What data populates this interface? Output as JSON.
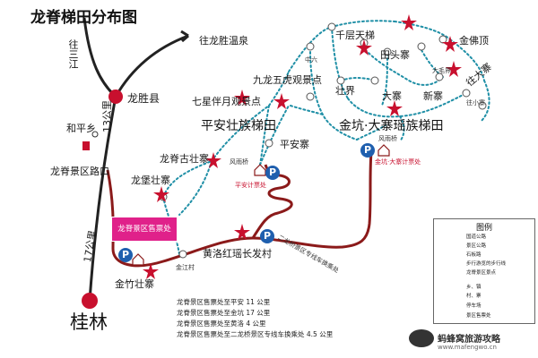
{
  "title": "龙脊梯田分布图",
  "places": {
    "longsheng_wenquan": "往龙胜温泉",
    "wangsanjiang": "往三江",
    "longsheng_county": "龙胜县",
    "hepingxiang": "和平乡",
    "km13": "13公里",
    "jingqu_lukou": "龙脊景区路口",
    "longpu_zhuangzhai": "龙堡壮寨",
    "km17": "17公里",
    "guilin": "桂林",
    "jinzhu_zhuangzhai": "金竹壮寨",
    "jinjiang_cun": "金江村",
    "huangluo": "黄洛红瑶长发村",
    "erlongqiao_station": "二龙桥景区专线车换乘处",
    "longji_guzhuangzhai": "龙脊古壮寨",
    "qixing": "七星伴月观景点",
    "jiulong": "九龙五虎观景点",
    "pingan_titian": "平安壮族梯田",
    "pingan_zhai": "平安寨",
    "fengyu_qiao": "风雨桥",
    "pingan_ticket": "平安计票处",
    "zhongliu": "中六",
    "zhuangjie": "壮界",
    "qiancengtianti": "千层天梯",
    "tiantouzhai": "田头寨",
    "jinfoding": "金佛顶",
    "dahongjie": "大毛界",
    "wangdazhai": "往大寨",
    "wangxiaozhai": "往小寨",
    "dazhai": "大寨",
    "xinzhai": "新寨",
    "jinkeng_titian": "金坑·大寨瑶族梯田",
    "jinkeng_fengyuqiao": "风雨桥",
    "jinkeng_ticket": "金坑·大寨计票处",
    "ticket_office_box": "龙脊景区售票处"
  },
  "distances": [
    "龙脊景区售票处至平安 11 公里",
    "龙脊景区售票处至金坑 17 公里",
    "龙脊景区售票处至黄洛 4 公里",
    "龙脊景区售票处至二龙桥景区专线车换乘处 4.5 公里"
  ],
  "legend": {
    "title": "图例",
    "items": [
      "国道公路",
      "景区公路",
      "石板路",
      "步行游览的步行线",
      "龙脊景区景点",
      "乡、镇",
      "村、寨",
      "停车场",
      "景区售票处"
    ]
  },
  "parking_symbol": "P",
  "watermark": {
    "brand": "蚂蜂窝旅游攻略",
    "url": "www.mafengwo.cn"
  },
  "colors": {
    "road": "#8b1a1a",
    "highway": "#222222",
    "trail": "#1f8fa6",
    "marker": "#c8102e",
    "parking": "#1f5fae",
    "ticket_box": "#e0218a"
  }
}
